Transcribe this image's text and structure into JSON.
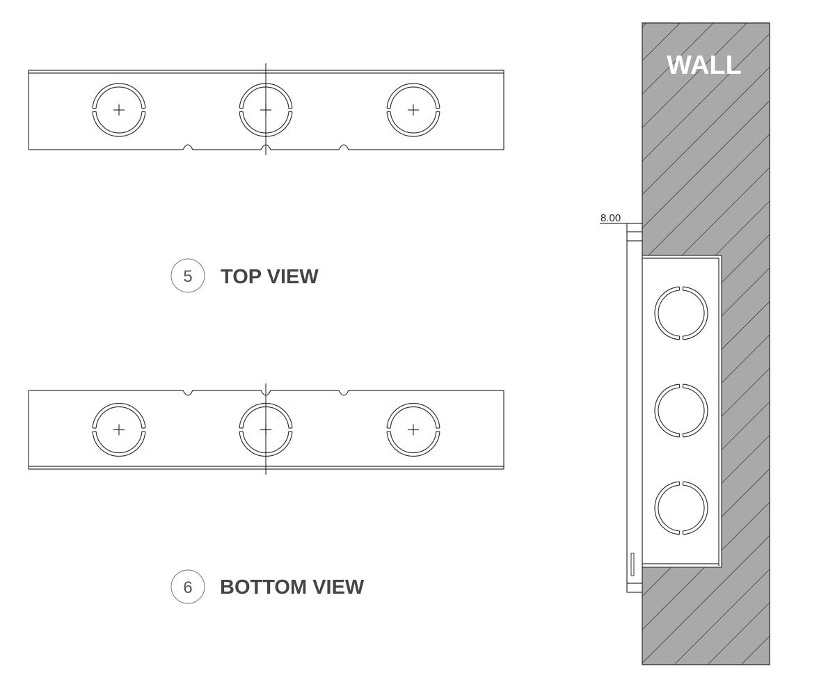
{
  "views": [
    {
      "number": "5",
      "title": "TOP VIEW"
    },
    {
      "number": "6",
      "title": "BOTTOM VIEW"
    }
  ],
  "side_view": {
    "wall_label": "WALL",
    "dimension": "8.00"
  },
  "colors": {
    "wall": "#a9a9a9",
    "line": "#333333",
    "label": "#444444"
  }
}
